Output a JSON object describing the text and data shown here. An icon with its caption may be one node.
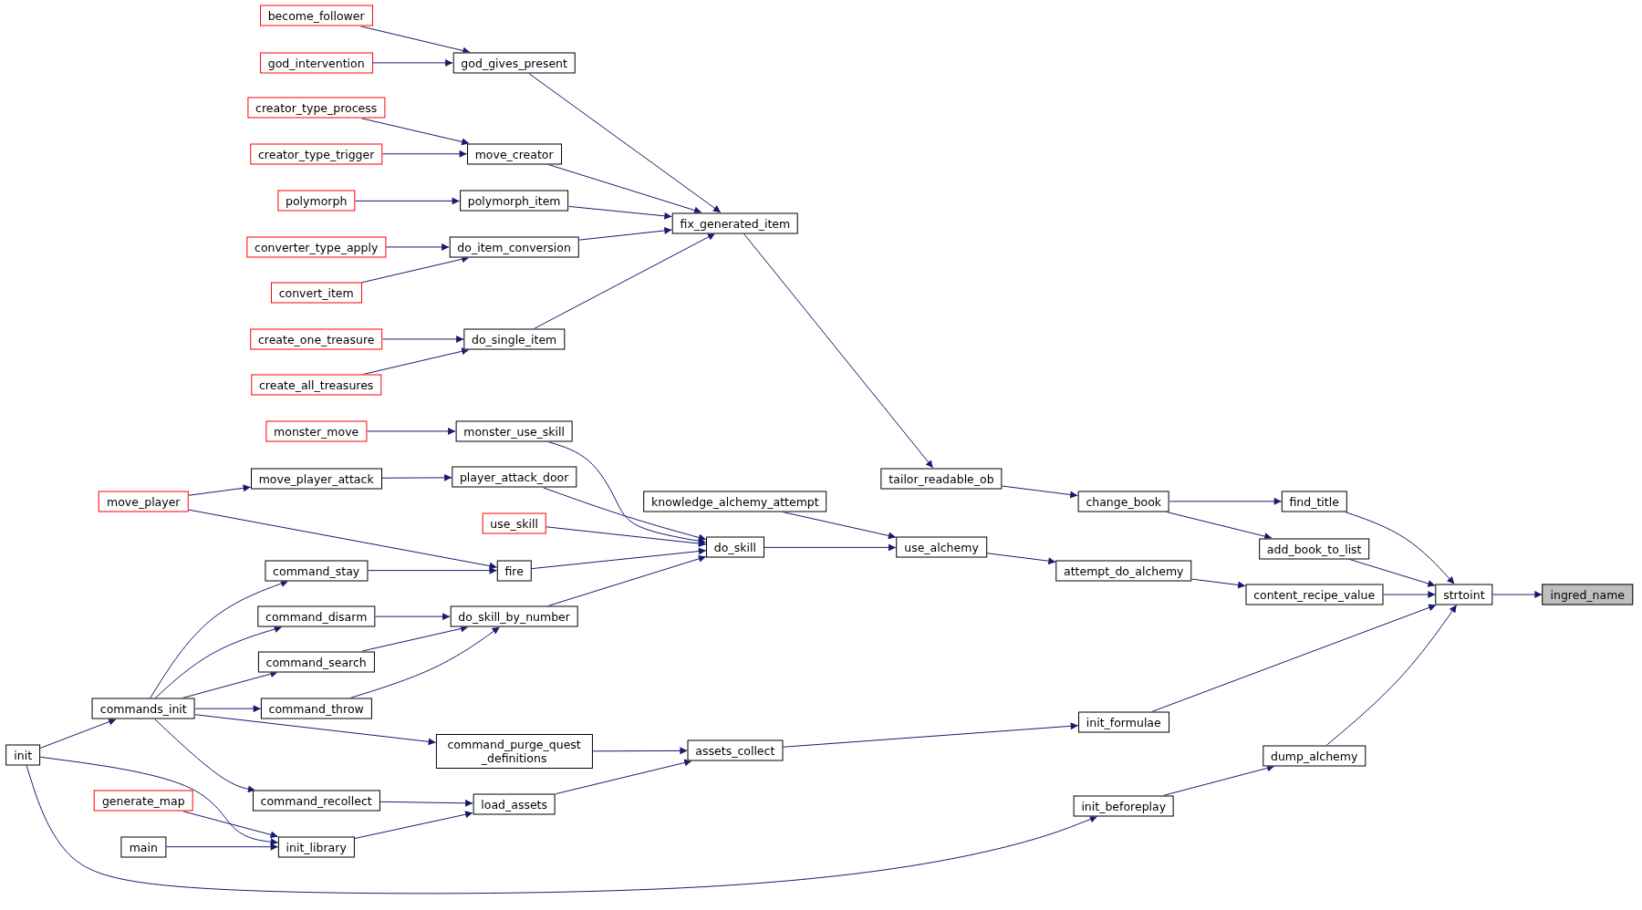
{
  "diagram": {
    "nodes": [
      {
        "text": [
          "ingred_name"
        ]
      },
      {
        "text": [
          "strtoint"
        ]
      },
      {
        "text": [
          "find_title"
        ]
      },
      {
        "text": [
          "add_book_to_list"
        ]
      },
      {
        "text": [
          "content_recipe_value"
        ]
      },
      {
        "text": [
          "init_formulae"
        ]
      },
      {
        "text": [
          "dump_alchemy"
        ]
      },
      {
        "text": [
          "change_book"
        ]
      },
      {
        "text": [
          "attempt_do_alchemy"
        ]
      },
      {
        "text": [
          "assets_collect"
        ]
      },
      {
        "text": [
          "init_beforeplay"
        ]
      },
      {
        "text": [
          "tailor_readable_ob"
        ]
      },
      {
        "text": [
          "use_alchemy"
        ]
      },
      {
        "text": [
          "fix_generated_item"
        ]
      },
      {
        "text": [
          "do_skill"
        ]
      },
      {
        "text": [
          "knowledge_alchemy_attempt"
        ]
      },
      {
        "text": [
          "command_purge_quest _definitions"
        ]
      },
      {
        "text": [
          "load_assets"
        ]
      },
      {
        "text": [
          "god_gives_present"
        ]
      },
      {
        "text": [
          "move_creator"
        ]
      },
      {
        "text": [
          "polymorph_item"
        ]
      },
      {
        "text": [
          "do_item_conversion"
        ]
      },
      {
        "text": [
          "do_single_item"
        ]
      },
      {
        "text": [
          "monster_use_skill"
        ]
      },
      {
        "text": [
          "player_attack_door"
        ]
      },
      {
        "text": [
          "use_skill"
        ]
      },
      {
        "text": [
          "fire"
        ]
      },
      {
        "text": [
          "do_skill_by_number"
        ]
      },
      {
        "text": [
          "become_follower"
        ]
      },
      {
        "text": [
          "god_intervention"
        ]
      },
      {
        "text": [
          "creator_type_process"
        ]
      },
      {
        "text": [
          "creator_type_trigger"
        ]
      },
      {
        "text": [
          "polymorph"
        ]
      },
      {
        "text": [
          "converter_type_apply"
        ]
      },
      {
        "text": [
          "convert_item"
        ]
      },
      {
        "text": [
          "create_one_treasure"
        ]
      },
      {
        "text": [
          "create_all_treasures"
        ]
      },
      {
        "text": [
          "monster_move"
        ]
      },
      {
        "text": [
          "move_player_attack"
        ]
      },
      {
        "text": [
          "command_stay"
        ]
      },
      {
        "text": [
          "command_disarm"
        ]
      },
      {
        "text": [
          "command_search"
        ]
      },
      {
        "text": [
          "command_throw"
        ]
      },
      {
        "text": [
          "command_recollect"
        ]
      },
      {
        "text": [
          "init_library"
        ]
      },
      {
        "text": [
          "move_player"
        ]
      },
      {
        "text": [
          "commands_init"
        ]
      },
      {
        "text": [
          "generate_map"
        ]
      },
      {
        "text": [
          "main"
        ]
      },
      {
        "text": [
          "init"
        ]
      }
    ],
    "edges": [
      {
        "from": 1,
        "to": 0,
        "arrow": "to"
      },
      {
        "from": 2,
        "to": 1,
        "arrow": "to"
      },
      {
        "from": 3,
        "to": 1,
        "arrow": "to"
      },
      {
        "from": 4,
        "to": 1,
        "arrow": "to"
      },
      {
        "from": 5,
        "to": 1,
        "arrow": "to"
      },
      {
        "from": 6,
        "to": 1,
        "arrow": "to"
      },
      {
        "from": 7,
        "to": 2,
        "arrow": "to"
      },
      {
        "from": 7,
        "to": 3,
        "arrow": "to"
      },
      {
        "from": 8,
        "to": 4,
        "arrow": "to"
      },
      {
        "from": 9,
        "to": 5,
        "arrow": "to"
      },
      {
        "from": 10,
        "to": 6,
        "arrow": "to"
      },
      {
        "from": 11,
        "to": 7,
        "arrow": "to"
      },
      {
        "from": 12,
        "to": 8,
        "arrow": "to"
      },
      {
        "from": 13,
        "to": 11,
        "arrow": "to"
      },
      {
        "from": 14,
        "to": 12,
        "arrow": "to"
      },
      {
        "from": 15,
        "to": 12,
        "arrow": "to"
      },
      {
        "from": 16,
        "to": 9,
        "arrow": "to"
      },
      {
        "from": 17,
        "to": 9,
        "arrow": "to"
      },
      {
        "from": 18,
        "to": 13,
        "arrow": "to"
      },
      {
        "from": 19,
        "to": 13,
        "arrow": "to"
      },
      {
        "from": 20,
        "to": 13,
        "arrow": "to"
      },
      {
        "from": 21,
        "to": 13,
        "arrow": "to"
      },
      {
        "from": 22,
        "to": 13,
        "arrow": "to"
      },
      {
        "from": 23,
        "to": 14,
        "arrow": "to"
      },
      {
        "from": 24,
        "to": 14,
        "arrow": "to"
      },
      {
        "from": 25,
        "to": 14,
        "arrow": "to"
      },
      {
        "from": 26,
        "to": 14,
        "arrow": "to"
      },
      {
        "from": 27,
        "to": 14,
        "arrow": "to"
      },
      {
        "from": 28,
        "to": 18,
        "arrow": "to"
      },
      {
        "from": 29,
        "to": 18,
        "arrow": "to"
      },
      {
        "from": 30,
        "to": 19,
        "arrow": "to"
      },
      {
        "from": 31,
        "to": 19,
        "arrow": "to"
      },
      {
        "from": 32,
        "to": 20,
        "arrow": "to"
      },
      {
        "from": 33,
        "to": 21,
        "arrow": "to"
      },
      {
        "from": 34,
        "to": 21,
        "arrow": "to"
      },
      {
        "from": 35,
        "to": 22,
        "arrow": "to"
      },
      {
        "from": 36,
        "to": 22,
        "arrow": "to"
      },
      {
        "from": 37,
        "to": 23,
        "arrow": "to"
      },
      {
        "from": 38,
        "to": 24,
        "arrow": "to"
      },
      {
        "from": 39,
        "to": 26,
        "arrow": "to"
      },
      {
        "from": 45,
        "to": 26,
        "arrow": "to"
      },
      {
        "from": 40,
        "to": 27,
        "arrow": "to"
      },
      {
        "from": 41,
        "to": 27,
        "arrow": "to"
      },
      {
        "from": 42,
        "to": 27,
        "arrow": "to"
      },
      {
        "from": 43,
        "to": 17,
        "arrow": "to"
      },
      {
        "from": 44,
        "to": 17,
        "arrow": "to"
      },
      {
        "from": 45,
        "to": 38,
        "arrow": "to"
      },
      {
        "from": 46,
        "to": 39,
        "arrow": "to"
      },
      {
        "from": 46,
        "to": 40,
        "arrow": "to"
      },
      {
        "from": 46,
        "to": 41,
        "arrow": "to"
      },
      {
        "from": 46,
        "to": 42,
        "arrow": "to"
      },
      {
        "from": 46,
        "to": 16,
        "arrow": "to"
      },
      {
        "from": 46,
        "to": 43,
        "arrow": "to"
      },
      {
        "from": 49,
        "to": 46,
        "arrow": "to"
      },
      {
        "from": 49,
        "to": 44,
        "arrow": "to"
      },
      {
        "from": 47,
        "to": 44,
        "arrow": "to"
      },
      {
        "from": 48,
        "to": 44,
        "arrow": "to"
      },
      {
        "from": 49,
        "to": 10,
        "arrow": "to"
      }
    ]
  }
}
